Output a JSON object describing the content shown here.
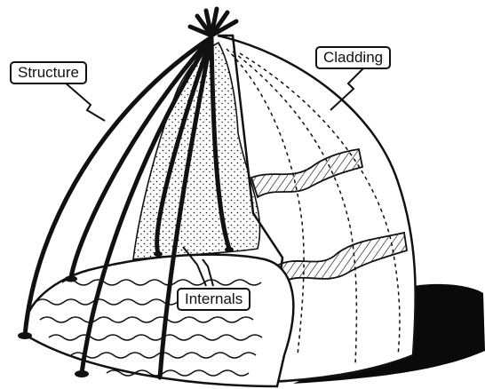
{
  "labels": {
    "structure": "Structure",
    "cladding": "Cladding",
    "internals": "Internals"
  },
  "colors": {
    "ink": "#111111",
    "paper": "#ffffff",
    "shadow": "#0a0a0a"
  }
}
